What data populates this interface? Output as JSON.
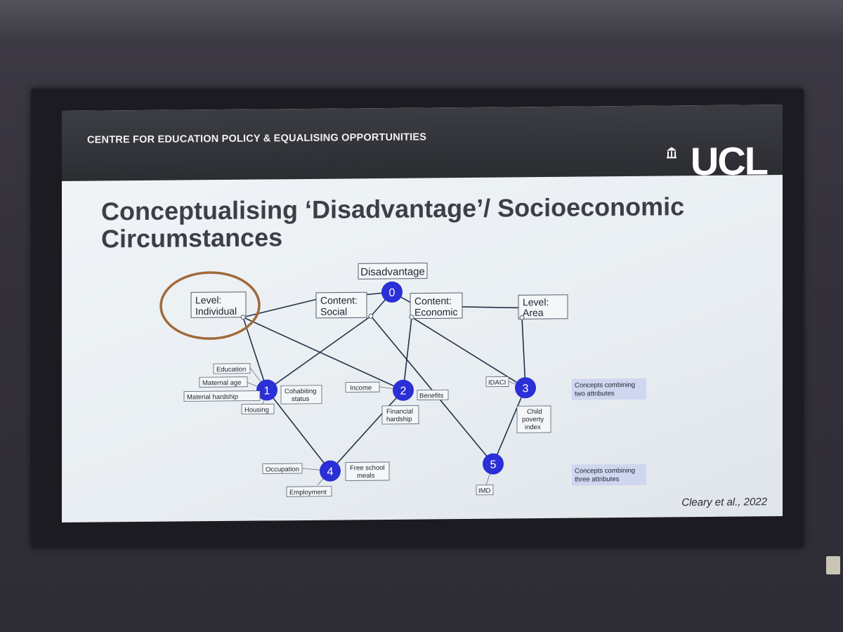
{
  "slide": {
    "banner_title": "CENTRE FOR EDUCATION POLICY & EQUALISING OPPORTUNITIES",
    "logo_text": "UCL",
    "heading_line1": "Conceptualising ‘Disadvantage’/ Socioeconomic",
    "heading_line2": "Circumstances",
    "citation": "Cleary et al., 2022"
  },
  "diagram": {
    "top_label": "Disadvantage",
    "attributes": {
      "individual": [
        "Level:",
        "Individual"
      ],
      "social": [
        "Content:",
        "Social"
      ],
      "economic": [
        "Content:",
        "Economic"
      ],
      "area": [
        "Level:",
        "Area"
      ]
    },
    "nodes": {
      "n0": "0",
      "n1": "1",
      "n2": "2",
      "n3": "3",
      "n4": "4",
      "n5": "5"
    },
    "labels": {
      "education": "Education",
      "maternal_age": "Maternal age",
      "material_hardship": "Material hardship",
      "housing": "Housing",
      "cohabiting": [
        "Cohabiting",
        "status"
      ],
      "income": "Income",
      "benefits": "Benefits",
      "financial_hardship": [
        "Financial",
        "hardship"
      ],
      "idaci": "IDACI",
      "child_poverty": [
        "Child",
        "poverty",
        "index"
      ],
      "occupation": "Occupation",
      "employment": "Employment",
      "fsm": [
        "Free school",
        "meals"
      ],
      "imd": "IMD"
    },
    "legend": {
      "two": [
        "Concepts combining",
        "two attributes"
      ],
      "three": [
        "Concepts combining",
        "three attributes"
      ]
    },
    "colors": {
      "node_fill": "#2b2fd6",
      "line": "#243349",
      "highlight_circle": "#a06a3a",
      "legend_bg": "#cfd6ef"
    }
  }
}
